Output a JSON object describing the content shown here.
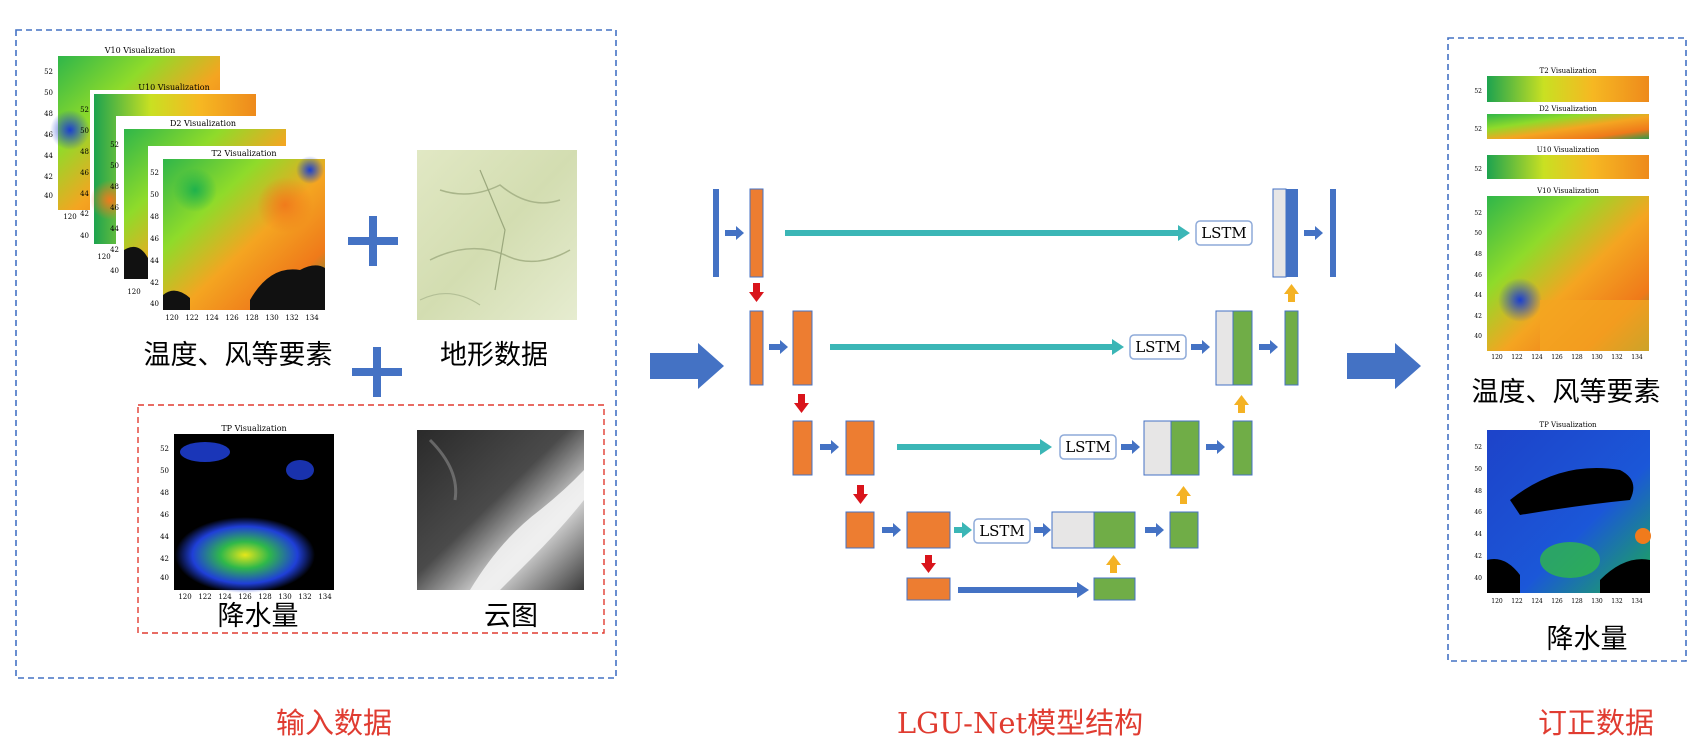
{
  "colors": {
    "blue": "#4472c4",
    "orange": "#ed7d31",
    "green": "#70ad47",
    "teal": "#3bb6b6",
    "gray": "#e7e6e6",
    "red_arrow": "#d9141b",
    "yellow_arrow": "#f4b224",
    "caption_red": "#e03c31",
    "dash_blue": "#4472c4",
    "dash_red": "#e03c31"
  },
  "input_panel": {
    "plot_titles": {
      "v10": "V10 Visualization",
      "u10": "U10 Visualization",
      "d2": "D2 Visualization",
      "t2": "T2 Visualization",
      "tp": "TP Visualization"
    },
    "y_ticks": [
      "52",
      "50",
      "48",
      "46",
      "44",
      "42",
      "40"
    ],
    "x_ticks": [
      "120",
      "122",
      "124",
      "126",
      "128",
      "130",
      "132",
      "134"
    ],
    "x_tick_single": "120",
    "labels": {
      "meteo": "温度、风等要素",
      "terrain": "地形数据",
      "precip": "降水量",
      "cloud": "云图"
    },
    "plus_icon": "plus-icon"
  },
  "model": {
    "lstm_label": "LSTM"
  },
  "output_panel": {
    "plot_titles": {
      "t2": "T2 Visualization",
      "d2": "D2 Visualization",
      "u10": "U10 Visualization",
      "v10": "V10 Visualization",
      "tp": "TP Visualization"
    },
    "strip_tick": "52",
    "y_ticks": [
      "52",
      "50",
      "48",
      "46",
      "44",
      "42",
      "40"
    ],
    "x_ticks": [
      "120",
      "122",
      "124",
      "126",
      "128",
      "130",
      "132",
      "134"
    ],
    "labels": {
      "meteo": "温度、风等要素",
      "precip": "降水量"
    }
  },
  "captions": {
    "input": "输入数据",
    "model": "LGU-Net模型结构",
    "output": "订正数据"
  }
}
